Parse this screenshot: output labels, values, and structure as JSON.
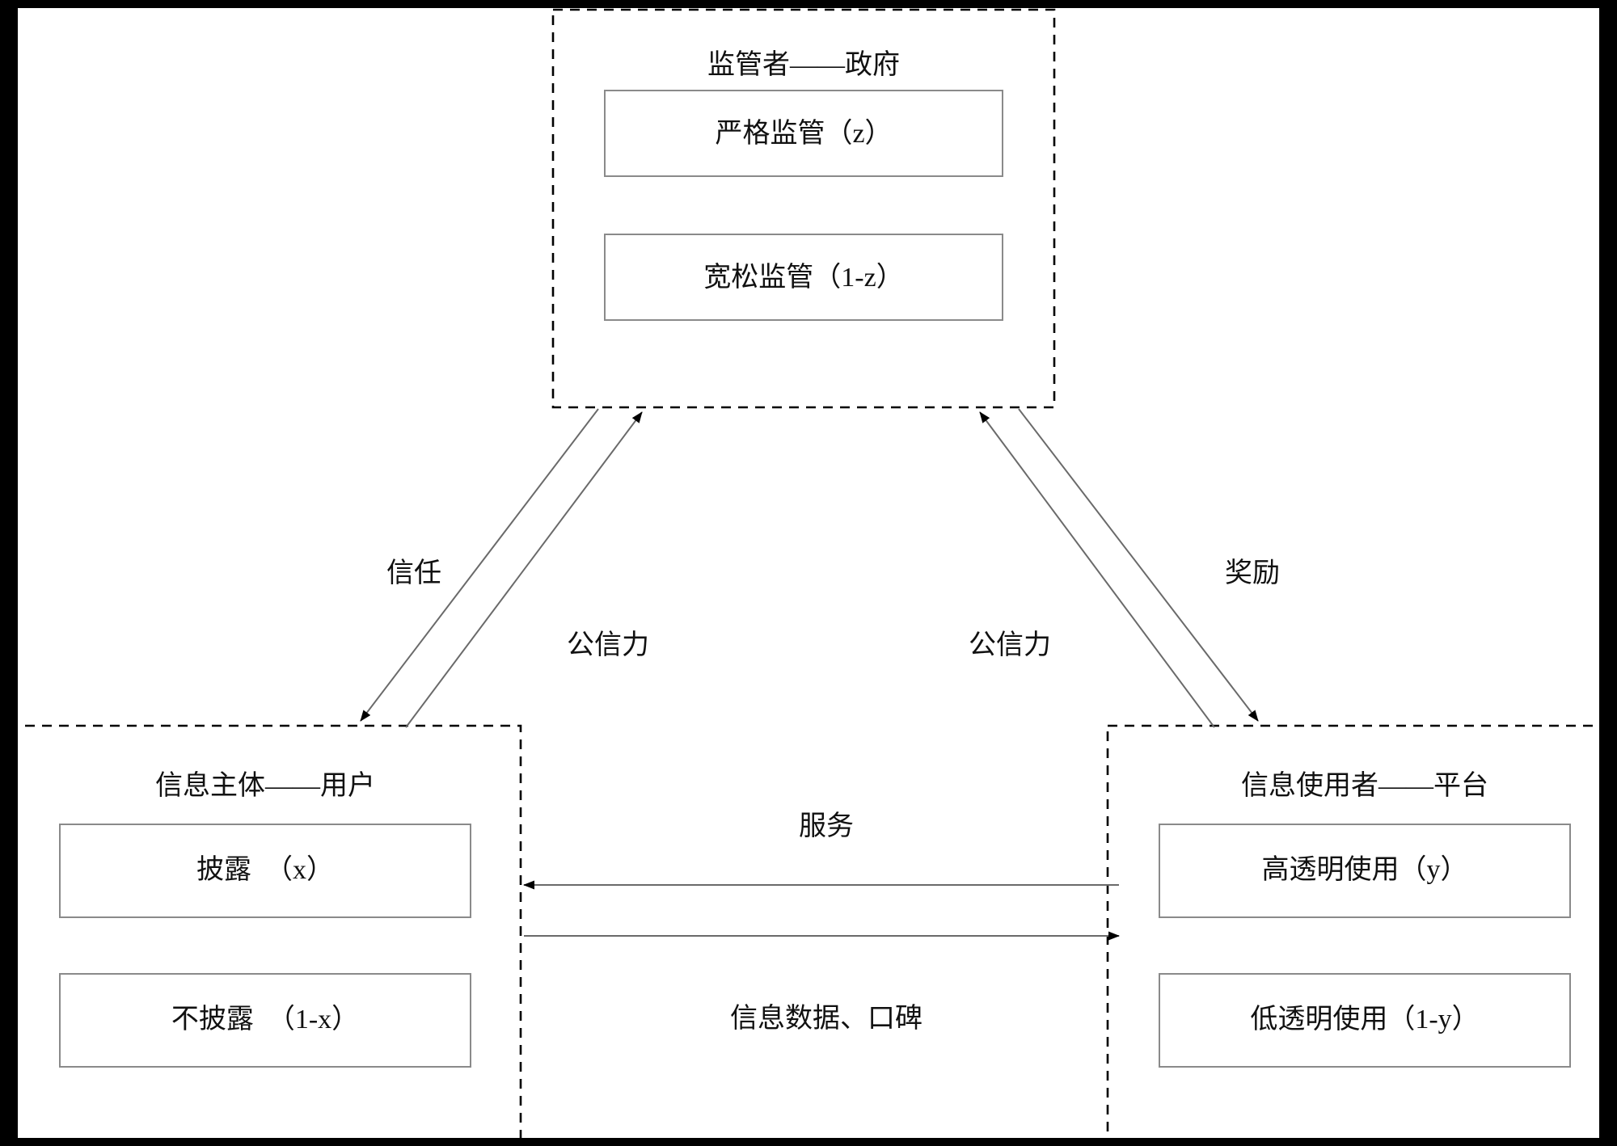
{
  "diagram": {
    "title_semantic": "tripartite-evolutionary-game-framework",
    "groups": [
      {
        "id": "regulator",
        "title": "监管者——政府",
        "strategies": [
          {
            "id": "strict",
            "label": "严格监管（z）"
          },
          {
            "id": "loose",
            "label": "宽松监管（1-z）"
          }
        ]
      },
      {
        "id": "information-subject",
        "title": "信息主体——用户",
        "strategies": [
          {
            "id": "disclose",
            "label": "披露　（x）"
          },
          {
            "id": "not-disclose",
            "label": "不披露　（1-x）"
          }
        ]
      },
      {
        "id": "information-user",
        "title": "信息使用者——平台",
        "strategies": [
          {
            "id": "high-transparency",
            "label": "高透明使用（y）"
          },
          {
            "id": "low-transparency",
            "label": "低透明使用（1-y）"
          }
        ]
      }
    ],
    "edge_labels": [
      {
        "id": "trust",
        "label": "信任"
      },
      {
        "id": "credibility-left",
        "label": "公信力"
      },
      {
        "id": "credibility-right",
        "label": "公信力"
      },
      {
        "id": "reward",
        "label": "奖励"
      },
      {
        "id": "service",
        "label": "服务"
      },
      {
        "id": "data-reputation",
        "label": "信息数据、口碑"
      }
    ],
    "colors": {
      "frame": "#000000",
      "canvas": "#ffffff",
      "group_border": "#000000",
      "inner_border": "#808080",
      "connector": "#6a6a6a",
      "arrowhead": "#000000",
      "text": "#111111"
    }
  }
}
